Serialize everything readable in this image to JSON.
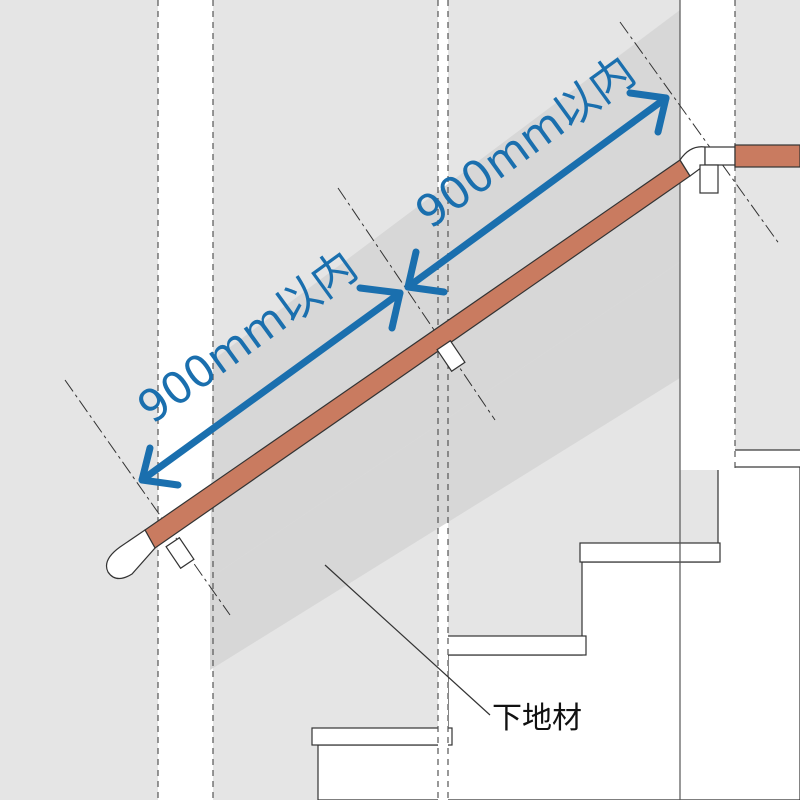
{
  "dimension_labels": {
    "lower_span": "900mm以内",
    "upper_span": "900mm以内"
  },
  "callout": {
    "base_material": "下地材"
  },
  "colors": {
    "wall": "#e5e5e5",
    "backing_board": "#d7d7d7",
    "handrail": "#c97b60",
    "dimension": "#1a6fae",
    "line": "#333333"
  }
}
